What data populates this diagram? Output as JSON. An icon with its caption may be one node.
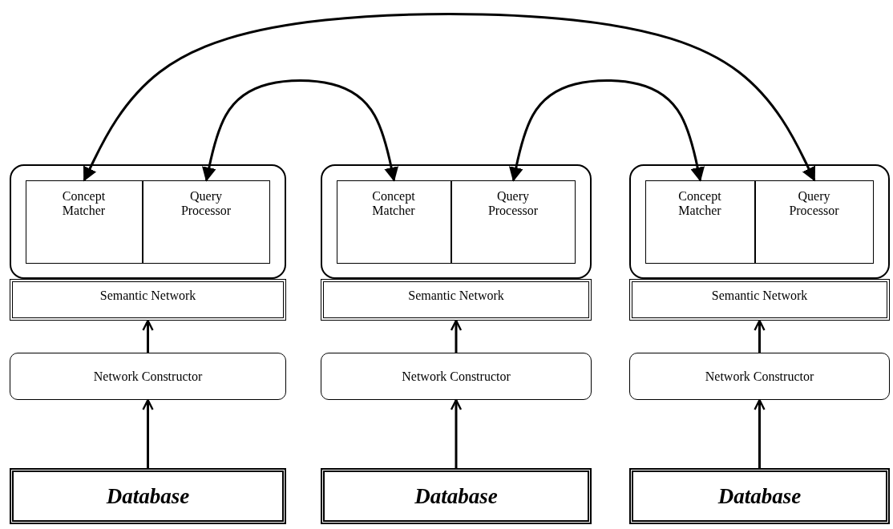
{
  "diagram": {
    "nodes": [
      {
        "text": [],
        "shape": "box"
      },
      {
        "text": [
          "Concept Matcher"
        ],
        "in": 0
      },
      {
        "text": [
          "Query Processor"
        ],
        "in": 0
      },
      {
        "text": [
          "Semantic Network"
        ]
      },
      {
        "text": [
          "Network Constructor"
        ]
      },
      {
        "text": [
          "Database"
        ]
      },
      {
        "text": [],
        "shape": "box"
      },
      {
        "text": [
          "Concept Matcher"
        ],
        "in": 6
      },
      {
        "text": [
          "Query Processor"
        ],
        "in": 6
      },
      {
        "text": [
          "Semantic Network"
        ]
      },
      {
        "text": [
          "Network Constructor"
        ]
      },
      {
        "text": [
          "Database"
        ]
      },
      {
        "text": [],
        "shape": "box"
      },
      {
        "text": [
          "Concept Matcher"
        ],
        "in": 12
      },
      {
        "text": [
          "Query Processor"
        ],
        "in": 12
      },
      {
        "text": [
          "Semantic Network"
        ]
      },
      {
        "text": [
          "Network Constructor"
        ]
      },
      {
        "text": [
          "Database"
        ]
      }
    ],
    "edges": [
      {
        "from": 1,
        "to": 14,
        "arrow": "both"
      },
      {
        "from": 2,
        "to": 7,
        "arrow": "both"
      },
      {
        "from": 8,
        "to": 13,
        "arrow": "both"
      },
      {
        "from": 5,
        "to": 4,
        "arrow": "to"
      },
      {
        "from": 4,
        "to": 3,
        "arrow": "to"
      },
      {
        "from": 11,
        "to": 10,
        "arrow": "to"
      },
      {
        "from": 10,
        "to": 9,
        "arrow": "to"
      },
      {
        "from": 17,
        "to": 16,
        "arrow": "to"
      },
      {
        "from": 16,
        "to": 15,
        "arrow": "to"
      }
    ]
  }
}
